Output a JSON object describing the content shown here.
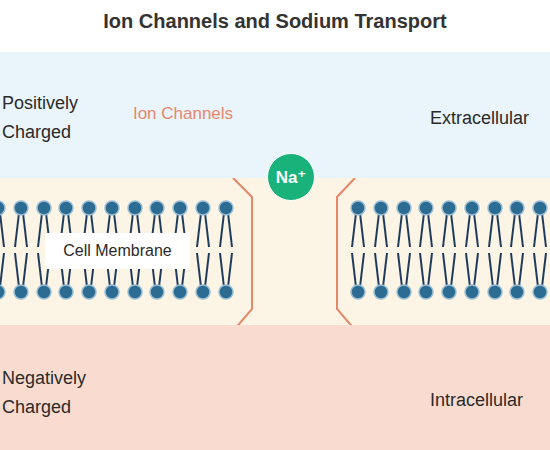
{
  "diagram": {
    "title": "Ion Channels and Sodium Transport",
    "nodes": [
      {
        "text": [
          "Positively Charged",
          "Extracellular"
        ]
      },
      {
        "text": [
          "Cell Membrane"
        ]
      },
      {
        "text": [
          "Na⁺"
        ]
      },
      {
        "text": [
          "Negatively Charged",
          "Intracellular"
        ]
      }
    ],
    "labels": [
      "Ion Channels"
    ]
  }
}
